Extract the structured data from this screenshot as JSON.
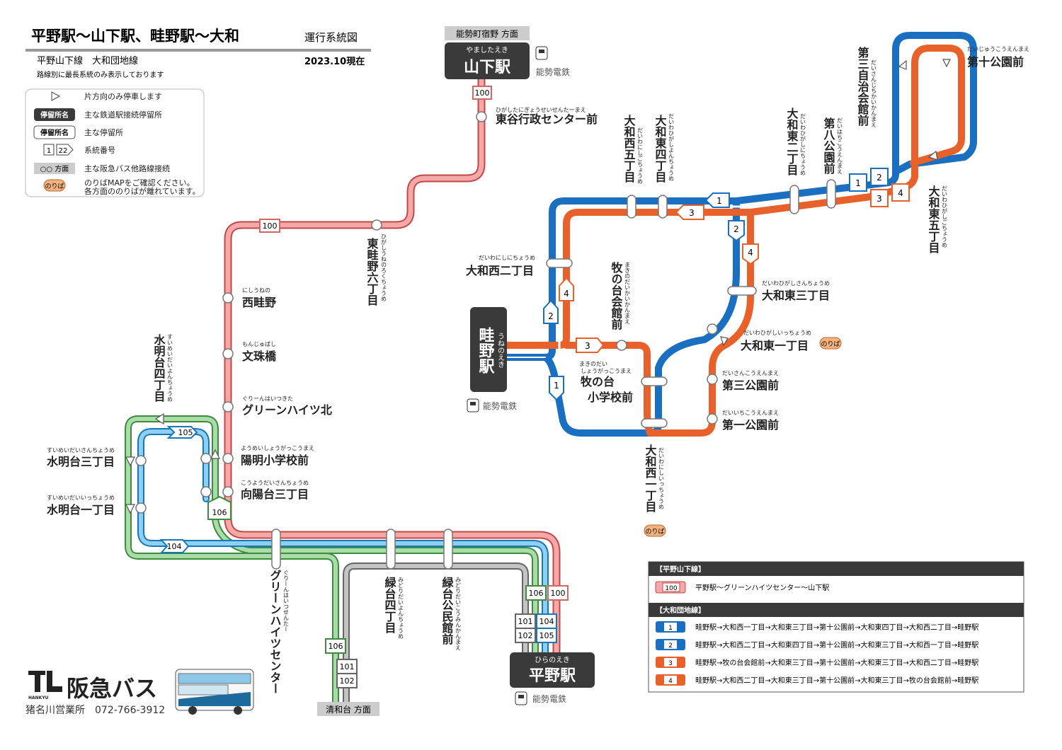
{
  "header": {
    "title": "平野駅〜山下駅、畦野駅〜大和",
    "subtitle": "運行系統図",
    "lines_label": "平野山下線　大和団地線",
    "date": "2023.10現在",
    "note": "路線別に最長系統のみ表示しております"
  },
  "legend": {
    "one_way": "片方向のみ停車します",
    "major_stop_box": "停留所名",
    "major_stop_desc": "主な鉄道駅接続停留所",
    "stop_box": "停留所名",
    "stop_desc": "主な停留所",
    "route_num_a": "1",
    "route_num_b": "22",
    "route_num_desc": "系統番号",
    "direction_box": "○○ 方面",
    "direction_desc": "主な阪急バス他路線接続",
    "noriba_box": "のりば",
    "noriba_desc1": "のりばMAPをご確認ください。",
    "noriba_desc2": "各方面ののりばが離れています。"
  },
  "colors": {
    "pink": "#f08a8a",
    "blue": "#1a6fc0",
    "orange": "#e8602a",
    "green": "#8ccb8c",
    "skyblue": "#58b8e8",
    "gray": "#9a9a9a",
    "dark": "#3a3a3a"
  },
  "stations": {
    "yamashita": {
      "kana": "やましたえき",
      "name": "山下駅",
      "rail": "能勢電鉄",
      "direction": "能勢町宿野 方面"
    },
    "hirano": {
      "kana": "ひらのえき",
      "name": "平野駅",
      "rail": "能勢電鉄"
    },
    "uneno": {
      "kana": "うねのえき",
      "name": "畦野駅",
      "rail": "能勢電鉄"
    }
  },
  "stops": {
    "higashitani": {
      "kana": "ひがしたにぎょうせいせんたーまえ",
      "name": "東谷行政センター前"
    },
    "higashiuneno6": {
      "kana": "ひがしうねのろくちょうめ",
      "name": "東畦野六丁目"
    },
    "nishiuneno": {
      "kana": "にしうねの",
      "name": "西畦野"
    },
    "monjubashi": {
      "kana": "もんじゅばし",
      "name": "文珠橋"
    },
    "greenheights_kita": {
      "kana": "ぐりーんはいつきた",
      "name": "グリーンハイツ北"
    },
    "yomei": {
      "kana": "ようめいしょうがっこうまえ",
      "name": "陽明小学校前"
    },
    "koyodai3": {
      "kana": "こうようだいさんちょうめ",
      "name": "向陽台三丁目"
    },
    "suimeidai4": {
      "kana": "すいめいだいよんちょうめ",
      "name": "水明台四丁目"
    },
    "suimeidai3": {
      "kana": "すいめいだいさんちょうめ",
      "name": "水明台三丁目"
    },
    "suimeidai1": {
      "kana": "すいめいだいいっちょうめ",
      "name": "水明台一丁目"
    },
    "greenheights_center": {
      "kana": "ぐりーんはいつせんたー",
      "name": "グリーンハイツセンター"
    },
    "midoridai4": {
      "kana": "みどりだいよんちょうめ",
      "name": "緑台四丁目"
    },
    "midoridai_kominkan": {
      "kana": "みどりだいこうみんかんまえ",
      "name": "緑台公民館前"
    },
    "seiwadai": {
      "name": "清和台 方面"
    },
    "yamatonishi5": {
      "kana": "だいわにしごちょうめ",
      "name": "大和西五丁目"
    },
    "yamatohigashi4": {
      "kana": "だいわひがしよんちょうめ",
      "name": "大和東四丁目"
    },
    "yamatohigashi2": {
      "kana": "だいわひがしにちょうめ",
      "name": "大和東二丁目"
    },
    "dai8koen": {
      "kana": "だいはちこうえんまえ",
      "name": "第八公園前"
    },
    "dai3jichi": {
      "kana": "だいさんじちかいかんまえ",
      "name": "第三自治会館前"
    },
    "dai10koen": {
      "kana": "だいじゅうこうえんまえ",
      "name": "第十公園前"
    },
    "yamatohigashi5": {
      "kana": "だいわひがしごちょうめ",
      "name": "大和東五丁目"
    },
    "yamatonishi2": {
      "kana": "だいわにしにちょうめ",
      "name": "大和西二丁目"
    },
    "makinodai_kaikan": {
      "kana": "まきのだいかいかんまえ",
      "name": "牧の台会館前"
    },
    "yamatohigashi3": {
      "kana": "だいわひがしさんちょうめ",
      "name": "大和東三丁目"
    },
    "yamatohigashi1": {
      "kana": "だいわひがしいっちょうめ",
      "name": "大和東一丁目"
    },
    "makinodai_sho_kana1": "まきのだい",
    "makinodai_sho_kana2": "しょうがっこうまえ",
    "makinodai_sho_1": "牧の台",
    "makinodai_sho_2": "小学校前",
    "dai3koen": {
      "kana": "だいさんこうえんまえ",
      "name": "第三公園前"
    },
    "dai1koen": {
      "kana": "だいいちこうえんまえ",
      "name": "第一公園前"
    },
    "yamatonishi1": {
      "kana": "だいわにしいっちょうめ",
      "name": "大和西一丁目"
    },
    "noriba": "のりば"
  },
  "route_numbers": {
    "r100": "100",
    "r101": "101",
    "r102": "102",
    "r104": "104",
    "r105": "105",
    "r106": "106",
    "c1": "1",
    "c2": "2",
    "c3": "3",
    "c4": "4"
  },
  "route_table": {
    "hirano_header": "【平野山下線】",
    "hirano_row": {
      "num": "100",
      "text": "平野駅〜グリーンハイツセンター〜山下駅"
    },
    "yamato_header": "【大和団地線】",
    "yamato_rows": [
      {
        "num": "1",
        "color": "blue",
        "text": "畦野駅→大和西一丁目→大和東三丁目→第十公園前→大和東四丁目→大和西二丁目→畦野駅"
      },
      {
        "num": "2",
        "color": "blue",
        "text": "畦野駅→大和西二丁目→大和東四丁目→第十公園前→大和東三丁目→大和西一丁目→畦野駅"
      },
      {
        "num": "3",
        "color": "orange",
        "text": "畦野駅→牧の台会館前→大和東三丁目→第十公園前→大和東三丁目→大和西二丁目→畦野駅"
      },
      {
        "num": "4",
        "color": "orange",
        "text": "畦野駅→大和西二丁目→大和東三丁目→第十公園前→大和東三丁目→牧の台会館前→畦野駅"
      }
    ]
  },
  "footer": {
    "logo_mark": "HANKYU",
    "brand": "阪急バス",
    "office": "猪名川営業所　072-766-3912"
  }
}
